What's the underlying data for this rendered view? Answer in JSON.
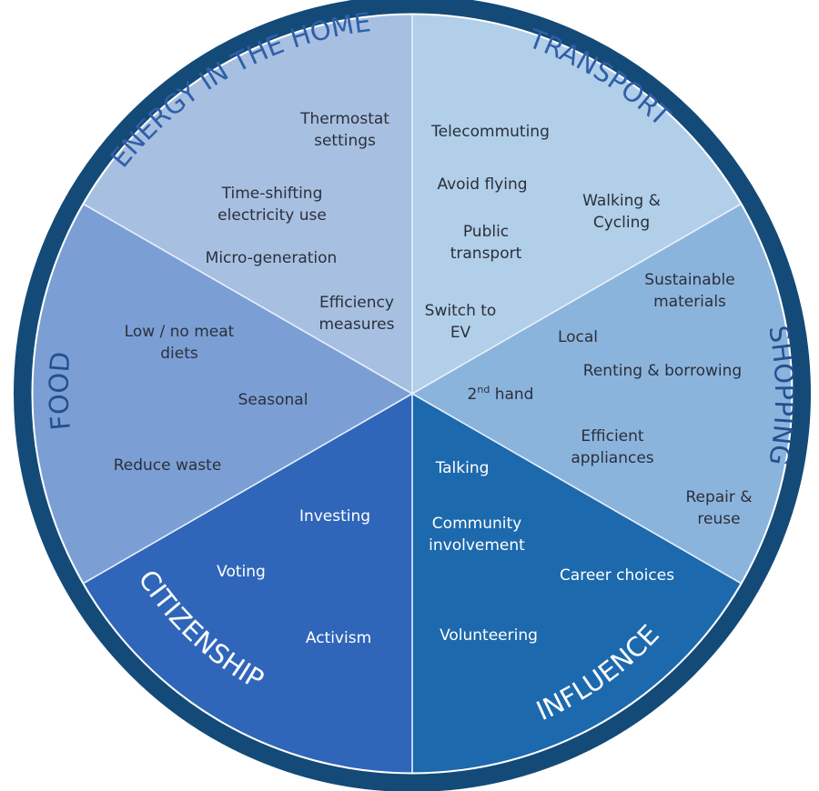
{
  "diagram": {
    "colors": {
      "outer_ring": "#134a77",
      "divider": "#e8f0fa",
      "dark_text": "#2b2f3a",
      "light_text": "#ffffff",
      "category_dark": "#2f5fa8",
      "category_light": "#ffffff"
    },
    "segments": [
      {
        "id": "energy",
        "title": "ENERGY IN THE HOME",
        "fill": "#a7c0e1",
        "title_color": "#2f5fa8",
        "text_color": "#2b2f3a",
        "items": [
          {
            "lines": [
              "Thermostat",
              "settings"
            ]
          },
          {
            "lines": [
              "Time-shifting",
              "electricity use"
            ]
          },
          {
            "lines": [
              "Micro-generation"
            ]
          },
          {
            "lines": [
              "Efficiency",
              "measures"
            ]
          }
        ]
      },
      {
        "id": "transport",
        "title": "TRANSPORT",
        "fill": "#b1cfe9",
        "title_color": "#2f5fa8",
        "text_color": "#2b2f3a",
        "items": [
          {
            "lines": [
              "Telecommuting"
            ]
          },
          {
            "lines": [
              "Avoid flying"
            ]
          },
          {
            "lines": [
              "Walking &",
              "Cycling"
            ]
          },
          {
            "lines": [
              "Public",
              "transport"
            ]
          },
          {
            "lines": [
              "Switch to",
              "EV"
            ]
          }
        ]
      },
      {
        "id": "shopping",
        "title": "SHOPPING",
        "fill": "#8bb4dd",
        "title_color": "#23508f",
        "text_color": "#2b2f3a",
        "items": [
          {
            "lines": [
              "Sustainable",
              "materials"
            ]
          },
          {
            "lines": [
              "Local"
            ]
          },
          {
            "lines": [
              "Renting & borrowing"
            ]
          },
          {
            "lines": [
              "2nd hand"
            ],
            "base": "2",
            "sup": "nd",
            "rest": " hand"
          },
          {
            "lines": [
              "Efficient",
              "appliances"
            ]
          },
          {
            "lines": [
              "Repair &",
              "reuse"
            ]
          }
        ]
      },
      {
        "id": "influence",
        "title": "INFLUENCE",
        "fill": "#1d69ad",
        "title_color": "#ffffff",
        "text_color": "#ffffff",
        "items": [
          {
            "lines": [
              "Talking"
            ]
          },
          {
            "lines": [
              "Community",
              "involvement"
            ]
          },
          {
            "lines": [
              "Career choices"
            ]
          },
          {
            "lines": [
              "Volunteering"
            ]
          }
        ]
      },
      {
        "id": "citizenship",
        "title": "CITIZENSHIP",
        "fill": "#3066b9",
        "title_color": "#ffffff",
        "text_color": "#ffffff",
        "items": [
          {
            "lines": [
              "Investing"
            ]
          },
          {
            "lines": [
              "Voting"
            ]
          },
          {
            "lines": [
              "Activism"
            ]
          }
        ]
      },
      {
        "id": "food",
        "title": "FOOD",
        "fill": "#7b9fd5",
        "title_color": "#23508f",
        "text_color": "#2b2f3a",
        "items": [
          {
            "lines": [
              "Low / no meat",
              "diets"
            ]
          },
          {
            "lines": [
              "Seasonal"
            ]
          },
          {
            "lines": [
              "Reduce waste"
            ]
          }
        ]
      }
    ]
  }
}
